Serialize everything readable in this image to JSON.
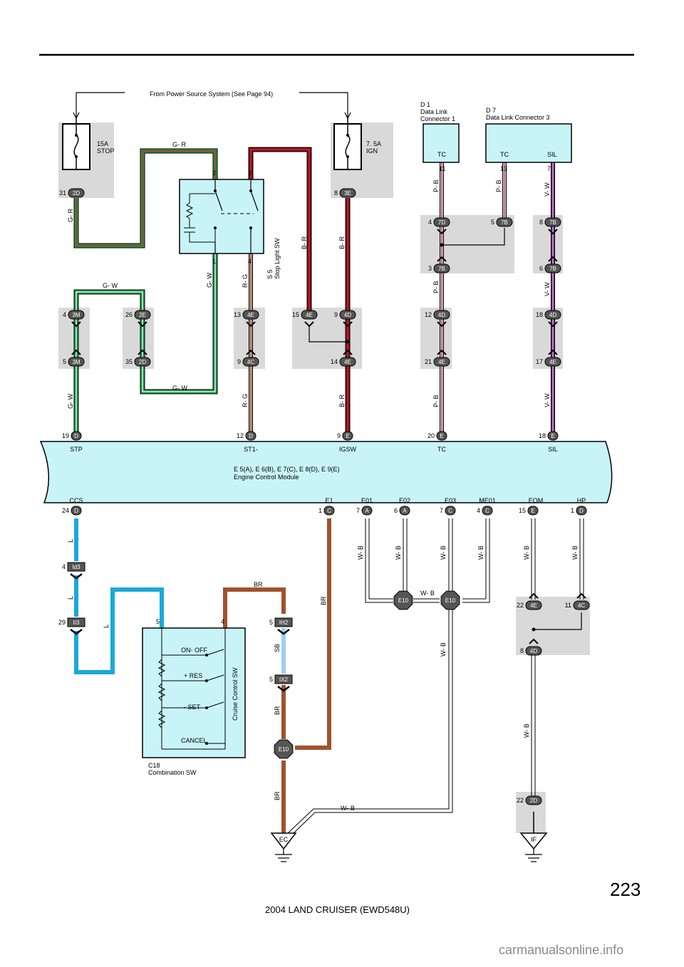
{
  "labels": {
    "power_source": "From Power Source System (See Page 94)"
  },
  "fuses": [
    {
      "rating": "15A",
      "name": "STOP"
    },
    {
      "rating": "7. 5A",
      "name": "IGN"
    }
  ],
  "components": {
    "dlc1_code": "D 1",
    "dlc1_line1": "Data Link",
    "dlc1_line2": "Connector 1",
    "dlc1_pin": "TC",
    "dlc3_code": "D 7",
    "dlc3_name": "Data Link Connector 3",
    "dlc3_pin_tc": "TC",
    "dlc3_pin_sil": "SIL",
    "stop_sw_code": "S 5",
    "stop_sw_name": "Stop Light SW",
    "ecm_codes": "E 5(A), E 6(B), E 7(C), E 8(D), E 9(E)",
    "ecm_name": "Engine Control Module",
    "comb_sw_code": "C18",
    "comb_sw_name": "Combination SW",
    "cruise_sw_name": "Cruise Control SW",
    "sw_on_off": "ON- OFF",
    "sw_res": "+ RES",
    "sw_set": "-  SET",
    "sw_cancel": "CANCEL"
  },
  "connectors": [
    {
      "pin": "31",
      "code": "2D"
    },
    {
      "pin": "8",
      "code": "3E"
    },
    {
      "pin": "4",
      "code": "7D"
    },
    {
      "pin": "5",
      "code": "7B"
    },
    {
      "pin": "8",
      "code": "7B"
    },
    {
      "pin": "3",
      "code": "7B"
    },
    {
      "pin": "6",
      "code": "7B"
    },
    {
      "pin": "4",
      "code": "3M"
    },
    {
      "pin": "26",
      "code": "2E"
    },
    {
      "pin": "13",
      "code": "4E"
    },
    {
      "pin": "15",
      "code": "4E"
    },
    {
      "pin": "9",
      "code": "4D"
    },
    {
      "pin": "12",
      "code": "4D"
    },
    {
      "pin": "18",
      "code": "4D"
    },
    {
      "pin": "5",
      "code": "3M"
    },
    {
      "pin": "35",
      "code": "2D"
    },
    {
      "pin": "9",
      "code": "4C"
    },
    {
      "pin": "14",
      "code": "4E"
    },
    {
      "pin": "21",
      "code": "4E"
    },
    {
      "pin": "17",
      "code": "4E"
    },
    {
      "pin": "19",
      "code": "D"
    },
    {
      "pin": "12",
      "code": "D"
    },
    {
      "pin": "9",
      "code": "E"
    },
    {
      "pin": "20",
      "code": "E"
    },
    {
      "pin": "18",
      "code": "E"
    },
    {
      "pin": "24",
      "code": "D"
    },
    {
      "pin": "1",
      "code": "C"
    },
    {
      "pin": "7",
      "code": "A"
    },
    {
      "pin": "6",
      "code": "A"
    },
    {
      "pin": "7",
      "code": "C"
    },
    {
      "pin": "4",
      "code": "C"
    },
    {
      "pin": "15",
      "code": "E"
    },
    {
      "pin": "1",
      "code": "D"
    },
    {
      "pin": "22",
      "code": "4E"
    },
    {
      "pin": "11",
      "code": "4C"
    },
    {
      "pin": "8",
      "code": "4D"
    },
    {
      "pin": "22",
      "code": "2D"
    }
  ],
  "rect_connectors": [
    {
      "pin": "4",
      "code": "Id3"
    },
    {
      "pin": "29",
      "code": "II3"
    },
    {
      "pin": "5",
      "code": "IH2"
    },
    {
      "pin": "5",
      "code": "IX2"
    }
  ],
  "junctions": [
    "E10",
    "E10",
    "E10"
  ],
  "grounds": [
    "EC",
    "IF"
  ],
  "ecm_terminals": [
    "STP",
    "ST1-",
    "IGSW",
    "TC",
    "SIL",
    "CCS",
    "E1",
    "E01",
    "E02",
    "E03",
    "ME01",
    "EOM",
    "HP"
  ],
  "plain_pins": [
    "2",
    "3",
    "1",
    "4",
    "11",
    "13",
    "7",
    "5",
    "4"
  ],
  "wire_labels": [
    "G- R",
    "G- R",
    "G- W",
    "G- W",
    "G- W",
    "G- W",
    "R- G",
    "R- G",
    "B- R",
    "B- R",
    "B- R",
    "P- B",
    "P- B",
    "P- B",
    "P- B",
    "V- W",
    "V- W",
    "V- W",
    "L",
    "L",
    "L",
    "BR",
    "BR",
    "BR",
    "BR",
    "SB",
    "W- B",
    "W- B",
    "W- B",
    "W- B",
    "W- B",
    "W- B",
    "W- B",
    "W- B",
    "W- B",
    "W- B"
  ],
  "footer": {
    "page": "223",
    "title": "2004 LAND CRUISER (EWD548U)",
    "watermark": "carmanualsonline.info"
  },
  "colors": {
    "green": "#1a9a4a",
    "red": "#e02020",
    "dark_red": "#7a1020",
    "pink": "#f4b8cf",
    "violet": "#7a2a8a",
    "blue": "#1aa8dc",
    "brown": "#a0522d",
    "sky_blue": "#9ad0f0",
    "component_fill": "#c8f4f8",
    "connector_fill": "#555555",
    "shade": "#d9d9d9"
  }
}
